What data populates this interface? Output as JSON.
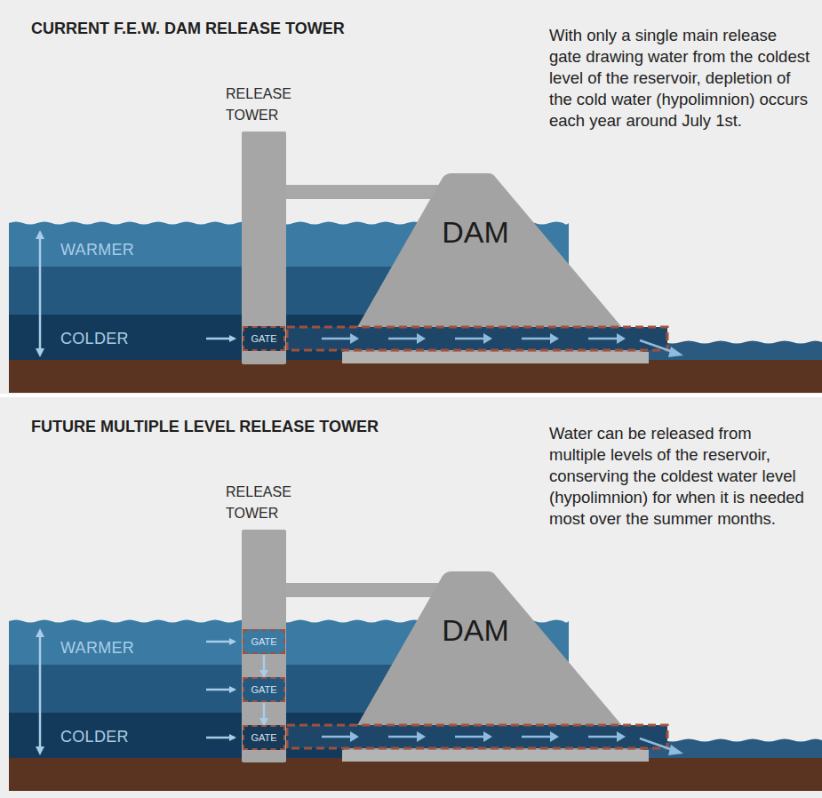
{
  "diagram": {
    "nodes": [
      {
        "text": [
          "CURRENT F.E.W. DAM RELEASE TOWER",
          "With only a single main release gate drawing water from the coldest level of the reservoir, depletion of the cold water (hypolimnion) occurs each year around July 1st."
        ]
      },
      {
        "text": [
          "RELEASE TOWER"
        ],
        "in": 0
      },
      {
        "text": [
          "GATE"
        ],
        "in": 1
      },
      {
        "text": [
          "DAM"
        ],
        "in": 0
      },
      {
        "text": [
          "FUTURE MULTIPLE LEVEL RELEASE TOWER",
          "Water can be released from multiple levels of the reservoir, conserving the coldest water level (hypolimnion) for when it is needed most over the summer months."
        ]
      },
      {
        "text": [
          "RELEASE TOWER"
        ],
        "in": 4
      },
      {
        "text": [
          "GATE"
        ],
        "in": 5
      },
      {
        "text": [
          "GATE"
        ],
        "in": 5
      },
      {
        "text": [
          "GATE"
        ],
        "in": 5
      },
      {
        "text": [
          "DAM"
        ],
        "in": 4
      }
    ],
    "edges": [
      {
        "from": 6,
        "to": 7,
        "arrow": "to"
      },
      {
        "from": 7,
        "to": 8,
        "arrow": "to"
      }
    ],
    "labels": [
      "WARMER",
      "COLDER",
      "WARMER",
      "COLDER"
    ]
  }
}
